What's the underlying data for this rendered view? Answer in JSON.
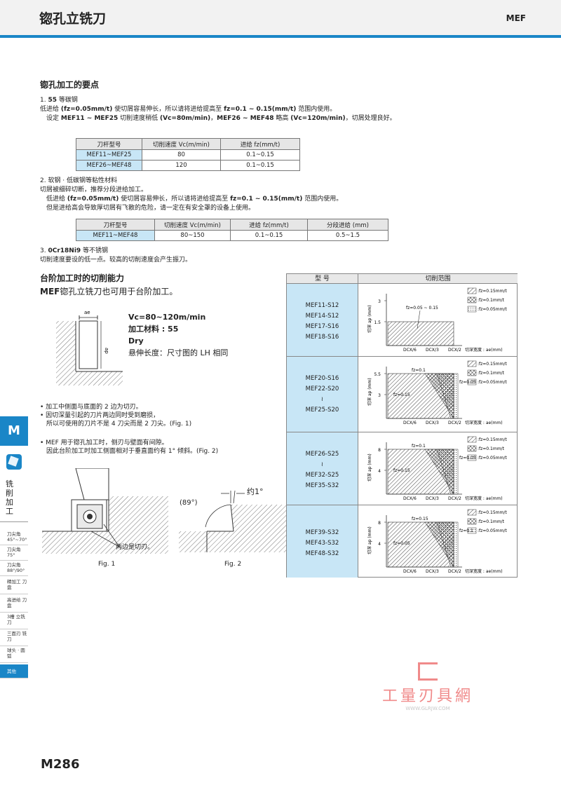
{
  "header": {
    "title": "锪孔立铣刀",
    "code": "MEF"
  },
  "section1": {
    "title": "锪孔加工的要点",
    "p1_title_num": "1. ",
    "p1_title_b": "55",
    "p1_title_rest": " 等碳钢",
    "p1_l1_a": "低进给 ",
    "p1_l1_b": "(fz=0.05mm/t)",
    "p1_l1_c": " 使切屑容易伸长，所以请将进给提高至 ",
    "p1_l1_d": "fz=0.1 ~ 0.15(mm/t)",
    "p1_l1_e": " 范围内使用。",
    "p1_l2_a": "设定 ",
    "p1_l2_b": "MEF11 ~ MEF25",
    "p1_l2_c": " 切削速度稍低 ",
    "p1_l2_d": "(Vc=80m/min)",
    "p1_l2_e": "，",
    "p1_l2_f": "MEF26 ~ MEF48",
    "p1_l2_g": " 略高 ",
    "p1_l2_h": "(Vc=120m/min)",
    "p1_l2_i": "，切屑处理良好。",
    "table1": {
      "headers": [
        "刀杆型号",
        "切削速度 Vc(m/min)",
        "进给 fz(mm/t)"
      ],
      "rows": [
        [
          "MEF11~MEF25",
          "80",
          "0.1~0.15"
        ],
        [
          "MEF26~MEF48",
          "120",
          "0.1~0.15"
        ]
      ]
    },
    "p2_title": "2. 软钢 · 低碳钢等粘性材料",
    "p2_l1": "切屑被细碎切断，推荐分段进给加工。",
    "p2_l2_a": "低进给 ",
    "p2_l2_b": "(fz=0.05mm/t)",
    "p2_l2_c": " 使切屑容易伸长，所以请将进给提高至 ",
    "p2_l2_d": "fz=0.1 ~ 0.15(mm/t)",
    "p2_l2_e": " 范围内使用。",
    "p2_l3": "但是进给高会导致厚切屑有飞散的危险，请一定在有安全罩的设备上使用。",
    "table2": {
      "headers": [
        "刀杆型号",
        "切削速度 Vc(m/min)",
        "进给 fz(mm/t)",
        "分段进给 (mm)"
      ],
      "rows": [
        [
          "MEF11~MEF48",
          "80~150",
          "0.1~0.15",
          "0.5~1.5"
        ]
      ]
    },
    "p3_title_num": "3. ",
    "p3_title_b": "0Cr18Ni9",
    "p3_title_rest": " 等不锈钢",
    "p3_l1": "切削速度要设的低一点。较高的切削速度会产生振刀。"
  },
  "section2": {
    "title": "台阶加工时的切削能力",
    "line_b": "MEF",
    "line_rest": "锪孔立铣刀也可用于台阶加工。",
    "cond1": "Vc=80~120m/min",
    "cond2": "加工材料 : 55",
    "cond3": "Dry",
    "cond4": "悬伸长度：尺寸图的 LH 相同",
    "ae": "ae",
    "ap": "ap",
    "b1": "• 加工中侧面与底面的 2 边为切刃。",
    "b2": "• 因切深量引起的刀片两边同时受到磨损，",
    "b3": "所以可使用的刀片不是 4 刀尖而是 2 刀尖。(Fig. 1)",
    "b4": "• MEF 用于锪孔加工时，侧刃与壁面有间隙。",
    "b5": "因此台阶加工时加工侧面相对于垂直面约有 1° 倾斜。(Fig. 2)",
    "fig1_label": "Fig. 1",
    "fig1_note": "两边是切刃。",
    "fig2_label": "Fig. 2",
    "fig2_angle": "(89°)",
    "fig2_note": "约1°"
  },
  "right_table": {
    "h1": "型  号",
    "h2": "切削范围",
    "groups": [
      {
        "models": [
          "MEF11-S12",
          "MEF14-S12",
          "MEF17-S16",
          "MEF18-S16"
        ]
      },
      {
        "models": [
          "MEF20-S16",
          "MEF22-S20",
          "≀",
          "MEF25-S20"
        ]
      },
      {
        "models": [
          "MEF26-S25",
          "≀",
          "MEF32-S25",
          "MEF35-S32"
        ]
      },
      {
        "models": [
          "MEF39-S32",
          "MEF43-S32",
          "MEF48-S32"
        ]
      }
    ],
    "legend": [
      ":fz=0.15mm/t",
      ":fz=0.1mm/t",
      ":fz=0.05mm/t"
    ],
    "ylabel": "切深 ap (mm)",
    "xlabel": "切深宽度 : ae(mm)",
    "xticks": [
      "DCX/6",
      "DCX/3",
      "DCX/2"
    ],
    "c1": {
      "yt": [
        "3",
        "1.5"
      ],
      "ann": "fz=0.05 ~ 0.15"
    },
    "c2": {
      "yt": [
        "5.5",
        "3"
      ],
      "ann1": "fz=0.1",
      "ann2": "fz=0.05",
      "ann3": "fz=0.15"
    },
    "c3": {
      "yt": [
        "8",
        "4"
      ],
      "ann1": "fz=0.1",
      "ann2": "fz=0.05",
      "ann3": "fz=0.15"
    },
    "c4": {
      "yt": [
        "8",
        "4"
      ],
      "ann1": "fz=0.15",
      "ann2": "fz=0.1",
      "ann3": "fz=0.05"
    }
  },
  "sidebar": {
    "m": "M",
    "vertical": "铣削加工",
    "items": [
      "刀尖角 45°~70°",
      "刀尖角 75°",
      "刀尖角 88°/90°",
      "精加工 刀盘",
      "高进给 刀盘",
      "3槽 立铣刀",
      "三面刃 铣刀",
      "球头 · 圆弧",
      "其他"
    ]
  },
  "footer": {
    "page": "M286",
    "logo": "工量刃具網",
    "url": "WWW.GLRJW.COM"
  }
}
